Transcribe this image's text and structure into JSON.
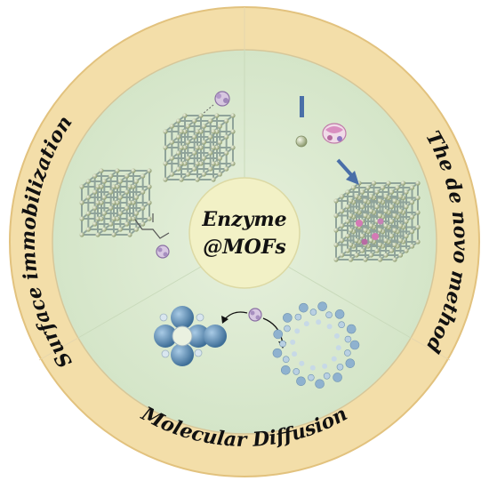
{
  "center": {
    "line1": "Enzyme",
    "line2": "@MOFs"
  },
  "ring_labels": {
    "surface": "Surface immobilization",
    "denovo": "The de novo method",
    "diffusion": "Molecular Diffusion"
  },
  "colors": {
    "ring": "#f3dea9",
    "ring_edge": "#e2c27e",
    "inner": "#d9e8cf",
    "center": "#f2f1c6",
    "lattice": "#8fa39a",
    "node": "#aebc86",
    "arrow": "#4a6fa8",
    "enzyme": "#c07aa8",
    "cluster": "#5f8fb8"
  }
}
